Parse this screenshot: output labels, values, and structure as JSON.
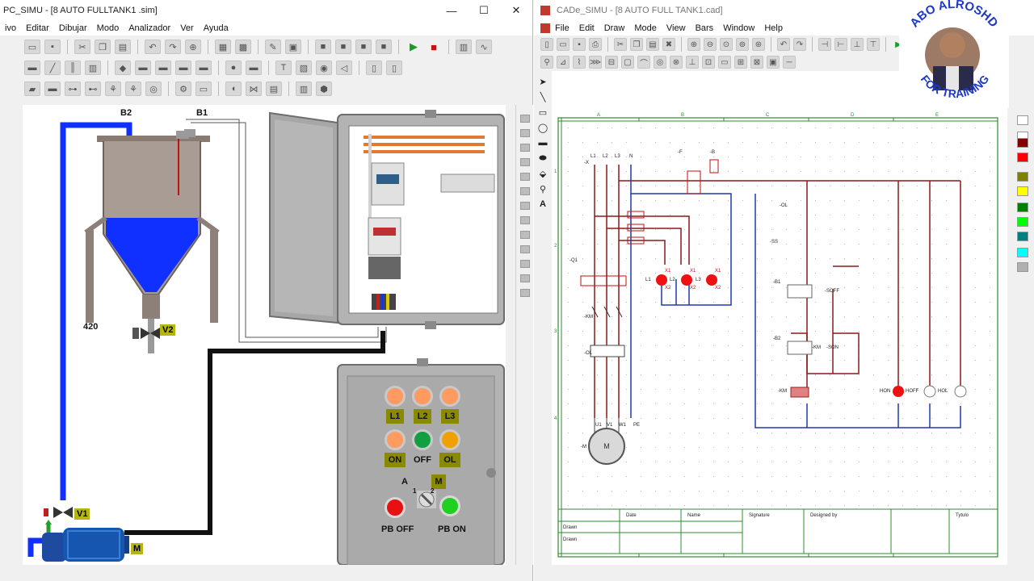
{
  "left_window": {
    "title": "PC_SIMU - [8 AUTO FULLTANK1 .sim]",
    "window_controls": {
      "minimize": "—",
      "maximize": "☐",
      "close": "✕"
    },
    "menu": [
      "ivo",
      "Editar",
      "Dibujar",
      "Modo",
      "Analizador",
      "Ver",
      "Ayuda"
    ],
    "tank": {
      "sensor_b2": "B2",
      "sensor_b1": "B1",
      "tag": "420",
      "fill_color": "#1030ff"
    },
    "valves": {
      "v1": "V1",
      "v2": "V2"
    },
    "motor": {
      "tag": "M"
    },
    "panel": {
      "lamps": [
        {
          "label": "L1",
          "color": "#ff9a60"
        },
        {
          "label": "L2",
          "color": "#ff9a60"
        },
        {
          "label": "L3",
          "color": "#ff9a60"
        },
        {
          "label": "ON",
          "color": "#ff9a60"
        },
        {
          "label": "OFF",
          "color": "#10a040"
        },
        {
          "label": "OL",
          "color": "#f0a000"
        }
      ],
      "selector_a": "A",
      "selector_m": "M",
      "selector_pos1": "1",
      "selector_pos2": "2",
      "pb_off": "PB OFF",
      "pb_on": "PB ON"
    }
  },
  "right_window": {
    "title": "CADe_SIMU - [8 AUTO FULL TANK1.cad]",
    "menu": [
      "File",
      "Edit",
      "Draw",
      "Mode",
      "View",
      "Bars",
      "Window",
      "Help"
    ],
    "logo_text_top": "ABO ALROSHD",
    "logo_text_bottom": "FOR TRAINING",
    "grid_cols": [
      "A",
      "B",
      "C",
      "D",
      "E"
    ],
    "grid_rows": [
      "1",
      "2",
      "3",
      "4"
    ],
    "power": {
      "supply": [
        "L1",
        "L2",
        "L3",
        "N"
      ],
      "supply_tag": "-X",
      "protection": "-Q1",
      "contactor": "-KM",
      "overload": "-OL",
      "motor": "-M",
      "motor_terminals": [
        "U1",
        "V1",
        "W1",
        "PE"
      ],
      "lamps": [
        "L1",
        "L2",
        "L3"
      ],
      "lamp_tag": "X1",
      "lamp_tag_2": "X2",
      "fuse_tag": "-F",
      "timer_tag": "-B"
    },
    "control": {
      "ol_contact": "-OL",
      "stop": "-SS",
      "float_b1": "-B1",
      "float_b2": "-B2",
      "selector": "-SOFF",
      "selector_on": "-SON",
      "km_aux": "-KM",
      "km_coil": "-KM",
      "hon": "HON",
      "hoff": "HOFF",
      "hol": "HOL"
    },
    "title_block": {
      "date": "Date",
      "name": "Name",
      "signature": "Signature",
      "designed_by": "Designed by",
      "title": "Tytulo",
      "drawn": "Drawn",
      "drawn2": "Drawn"
    }
  }
}
